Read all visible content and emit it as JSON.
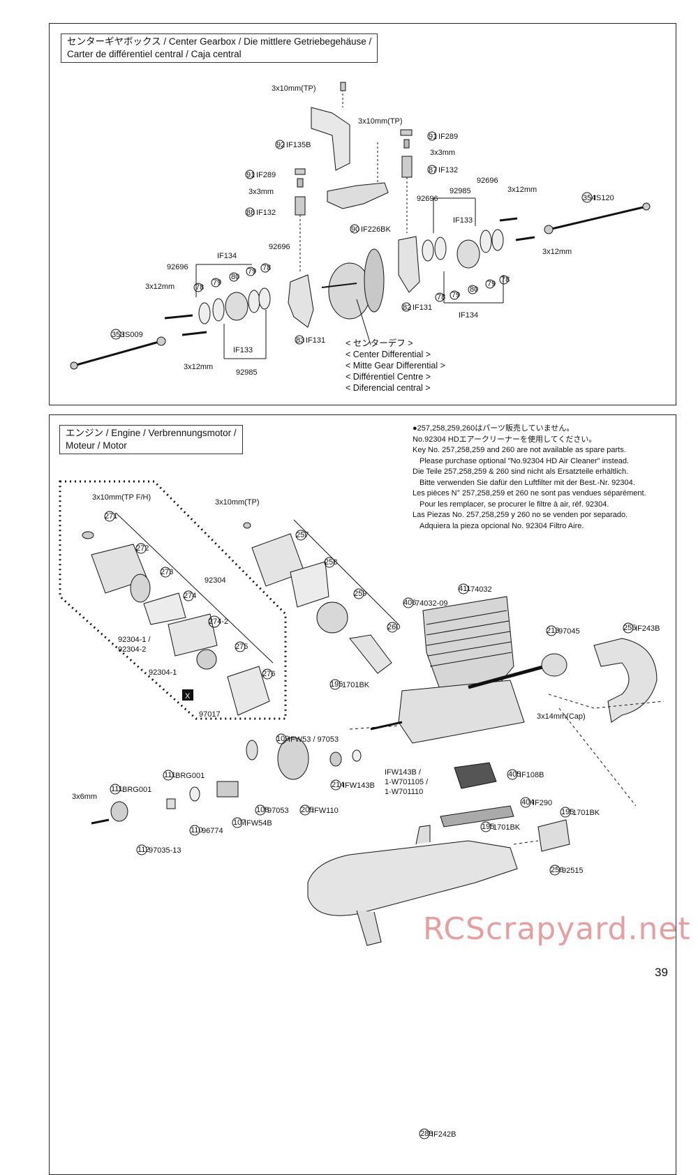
{
  "page_number": "39",
  "watermark": "RCScrapyard.net",
  "center_gearbox": {
    "title_line1": "センターギヤボックス / Center Gearbox / Die mittlere Getriebegehäuse /",
    "title_line2": "Carter de différentiel central / Caja central",
    "differential_label": [
      "< センターデフ >",
      "< Center Differential >",
      "< Mitte Gear Differential >",
      "< Différentiel Centre >",
      "< Diferencial central >"
    ],
    "labels": {
      "screw_top": "3x10mm(TP)",
      "screw_mid": "3x10mm(TP)",
      "p92_num": "92",
      "p92": "IF135B",
      "p91l_num": "91",
      "p91l": "IF289",
      "p91r_num": "91",
      "p91r": "IF289",
      "set3l": "3x3mm",
      "set3r": "3x3mm",
      "p88_num": "88",
      "p88": "IF132",
      "p87_num": "87",
      "p87": "IF132",
      "p90_num": "90",
      "p90": "IF226BK",
      "p354_num": "354",
      "p354": "IS120",
      "p353_num": "353",
      "p353": "IS009",
      "p83_num": "83",
      "p83": "IF131",
      "p82_num": "82",
      "p82": "IF131",
      "if134_l": "IF134",
      "if134_r": "IF134",
      "if133_l": "IF133",
      "if133_r": "IF133",
      "n92985_l": "92985",
      "n92985_r": "92985",
      "n92696_a": "92696",
      "n92696_b": "92696",
      "n92696_c": "92696",
      "n92696_d": "92696",
      "m12_a": "3x12mm",
      "m12_b": "3x12mm",
      "m12_c": "3x12mm",
      "m12_d": "3x12mm",
      "c78": "78",
      "c79": "79",
      "c80": "80"
    }
  },
  "engine": {
    "title_line1": "エンジン / Engine / Verbrennungsmotor /",
    "title_line2": "Moteur / Motor",
    "note": [
      "●257,258,259,260はパーツ販売していません。",
      "No.92304 HDエアークリーナーを使用してください。",
      "Key No. 257,258,259 and 260 are not available as spare parts.",
      "Please purchase optional \"No.92304 HD Air Cleaner\" instead.",
      "Die Teile 257,258,259 & 260 sind nicht als Ersatzteile erhältlich.",
      "Bitte verwenden Sie dafür den Luftfilter mit der Best.-Nr. 92304.",
      "Les pièces N° 257,258,259 et 260 ne sont pas vendues séparément.",
      "Pour les remplacer, se procurer le filtre à air, réf. 92304.",
      "Las Piezas No. 257,258,259 y 260 no se venden por separado.",
      "Adquiera la pieza opcional No. 92304 Filtro Aire."
    ],
    "labels": {
      "screw_fh": "3x10mm(TP F/H)",
      "screw_tp": "3x10mm(TP)",
      "c271": "271",
      "c272": "272",
      "c273": "273",
      "c274": "274",
      "c2742": "274-2",
      "c275": "275",
      "c276": "276",
      "k92304": "92304",
      "k92304_1a": "92304-1 /",
      "k92304_2": "92304-2",
      "k92304_1b": "92304-1",
      "k97017": "97017",
      "x_mark": "X",
      "c257": "257",
      "c258": "258",
      "c259": "259",
      "c260": "260",
      "p195_num": "195",
      "p195": "1701BK",
      "p406_num": "406",
      "p406": "74032-09",
      "p411_num": "411",
      "p411": "74032",
      "p213_num": "213",
      "p213": "97045",
      "p255_num": "255",
      "p255": "IF243B",
      "cap": "3x14mm(Cap)",
      "p109_num": "109",
      "p109": "IFW53 / 97053",
      "p111a_num": "111",
      "p111a": "BRG001",
      "p111b_num": "111",
      "p111b": "BRG001",
      "m6": "3x6mm",
      "p110_num": "110",
      "p110": "96774",
      "p107_num": "107",
      "p107": "IFW54B",
      "p108_num": "108",
      "p108": "97053",
      "p205_num": "205",
      "p205": "IFW110",
      "p214_num": "214",
      "p214": "IFW143B",
      "ifw_1": "IFW143B /",
      "ifw_2": "1-W701105 /",
      "ifw_3": "1-W701110",
      "p112_num": "112",
      "p112": "97035-13",
      "p405_num": "405",
      "p405": "IF108B",
      "p404_num": "404",
      "p404": "IF290",
      "p195b_num": "195",
      "p195b": "1701BK",
      "p195c_num": "195",
      "p195c": "1701BK",
      "p256_num": "256",
      "p256": "92515",
      "p288_num": "288",
      "p288": "IF242B"
    }
  }
}
